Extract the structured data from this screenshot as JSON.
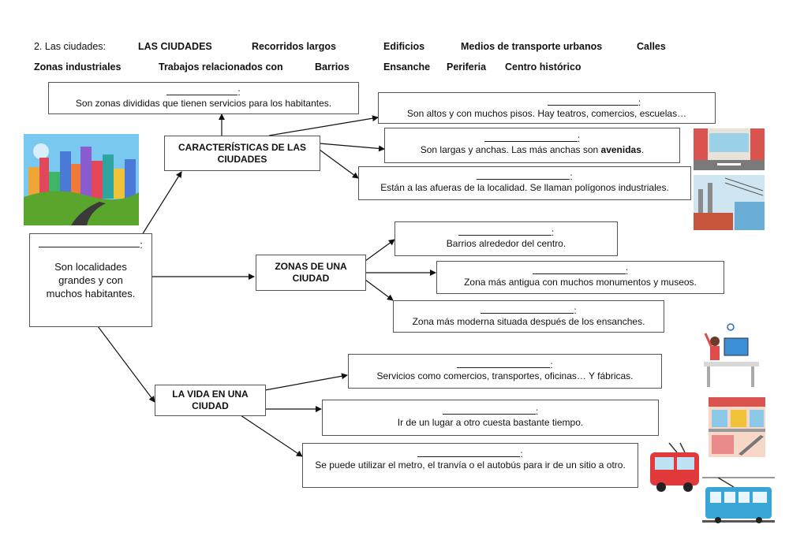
{
  "header": {
    "prompt": "2. Las ciudades:",
    "words_row1": [
      "LAS CIUDADES",
      "Recorridos largos",
      "Edificios",
      "Medios de transporte urbanos",
      "Calles"
    ],
    "words_row2": [
      "Zonas industriales",
      "Trabajos relacionados con",
      "Barrios",
      "Ensanche",
      "Periferia",
      "Centro histórico"
    ]
  },
  "central": {
    "colon": ":",
    "text": "Son localidades grandes y con muchos habitantes."
  },
  "branches": {
    "caracteristicas": "CARACTERÍSTICAS DE LAS CIUDADES",
    "zonas": "ZONAS DE UNA CIUDAD",
    "vida": "LA VIDA EN UNA CIUDAD"
  },
  "definitions": {
    "barrios_def": "Son zonas divididas que tienen servicios para los habitantes.",
    "edificios_def": "Son altos y con muchos pisos. Hay teatros, comercios, escuelas…",
    "calles_def_a": "Son largas y anchas. Las más anchas son ",
    "calles_def_b": "avenidas",
    "calles_def_c": ".",
    "industriales_def": "Están a las afueras de la localidad. Se llaman polígonos industriales.",
    "ensanche_def": "Barrios alrededor del centro.",
    "centro_def": "Zona más antigua con muchos monumentos y museos.",
    "periferia_def": "Zona más moderna situada después de los ensanches.",
    "trabajos_def": "Servicios como comercios, transportes, oficinas… Y fábricas.",
    "recorridos_def": "Ir de un lugar a otro cuesta bastante tiempo.",
    "transporte_def": "Se puede utilizar el metro, el tranvía o el autobús para ir de un sitio a otro."
  },
  "colon": ":",
  "colors": {
    "sky": "#6fc4ee",
    "grass": "#5aa62c",
    "tram": "#3aa6d8",
    "bus": "#e23a3a"
  }
}
